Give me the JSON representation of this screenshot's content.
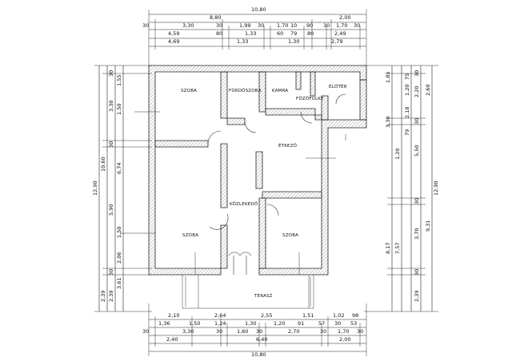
{
  "rooms": {
    "szoba_top": "SZOBA",
    "furdo": "FÜRDŐSZOBA",
    "kamra": "KAMRA",
    "fozofulke": "FŐZŐFÜLKE",
    "eloter": "ELŐTÉR",
    "etkezo": "ÉTKEZŐ",
    "kozlekedo": "KÖZLEKEDŐ",
    "szoba_left": "SZOBA",
    "szoba_right": "SZOBA",
    "terasz": "TERASZ"
  },
  "top_dims": {
    "row1": [
      "10,80"
    ],
    "row2": [
      "8,80",
      "2,00"
    ],
    "row3": [
      "30",
      "3,30",
      "30",
      "1,99",
      "30",
      "1,70",
      "10",
      "90",
      "30",
      "1,70",
      "30"
    ],
    "row4": [
      "4,59",
      "80",
      "1,33",
      "60",
      "79",
      "80",
      "2,49"
    ],
    "row5": [
      "4,69",
      "1,33",
      "1,30",
      "2,79"
    ]
  },
  "bottom_dims": {
    "row1": [
      "2,10",
      "2,64",
      "2,55",
      "1,51",
      "1,02",
      "98"
    ],
    "row2": [
      "1,36",
      "1,50",
      "1,24",
      "1,30",
      "1,20",
      "91",
      "57",
      "30",
      "53"
    ],
    "row3": [
      "30",
      "3,30",
      "30",
      "1,60",
      "30",
      "2,70",
      "30",
      "1,70",
      "30"
    ],
    "row4": [
      "2,40",
      "6,40",
      "2,00"
    ],
    "row5": [
      "10,80"
    ]
  },
  "left_dims": {
    "col_outer": "12,90",
    "col2": [
      "2,39",
      "10,60"
    ],
    "col3": [
      "30",
      "3,30",
      "30",
      "5,90",
      "30",
      "2,39"
    ],
    "col4": [
      "1,55",
      "1,50",
      "6,74",
      "1,50",
      "2,06",
      "3,61"
    ]
  },
  "right_dims": {
    "col_outer": "12,90",
    "col2": [
      "2,60",
      "9,31"
    ],
    "col3": [
      "30",
      "2,20",
      "30",
      "5,50",
      "30",
      "3,70",
      "30",
      "2,39"
    ],
    "col4": [
      "75",
      "1,20",
      "2,18",
      "79",
      "1,20",
      "8,17",
      "7,57"
    ],
    "col5": [
      "1,85",
      "3,30"
    ]
  }
}
